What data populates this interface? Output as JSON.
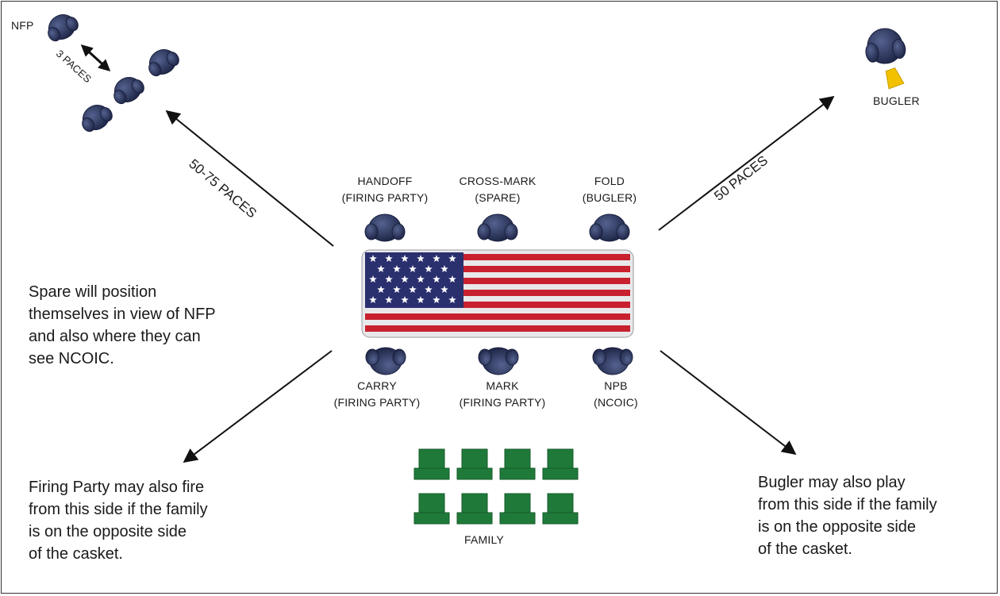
{
  "positions": {
    "handoff": {
      "name": "HANDOFF",
      "role": "(FIRING PARTY)"
    },
    "cross_mark": {
      "name": "CROSS-MARK",
      "role": "(SPARE)"
    },
    "fold": {
      "name": "FOLD",
      "role": "(BUGLER)"
    },
    "carry": {
      "name": "CARRY",
      "role": "(FIRING PARTY)"
    },
    "mark": {
      "name": "MARK",
      "role": "(FIRING PARTY)"
    },
    "npb": {
      "name": "NPB",
      "role": "(NCOIC)"
    }
  },
  "labels": {
    "nfp": "NFP",
    "three_paces": "3 PACES",
    "bugler": "BUGLER",
    "fifty_seventyfive_paces": "50-75 PACES",
    "fifty_paces": "50 PACES",
    "family": "FAMILY"
  },
  "notes": {
    "spare": [
      "Spare will position",
      "themselves in view of NFP",
      "and also where they can",
      "see NCOIC."
    ],
    "firing_party": [
      "Firing Party may also fire",
      "from this side if the family",
      "is on the opposite side",
      "of the casket."
    ],
    "bugler": [
      "Bugler may also play",
      "from this side if the family",
      "is on the opposite side",
      "of the casket."
    ]
  },
  "colors": {
    "soldier": "#2e3a63",
    "family_seat": "#1f7a3a",
    "bugle": "#f2c200",
    "flag_red": "#c8202f",
    "flag_blue": "#2a2f6e"
  }
}
